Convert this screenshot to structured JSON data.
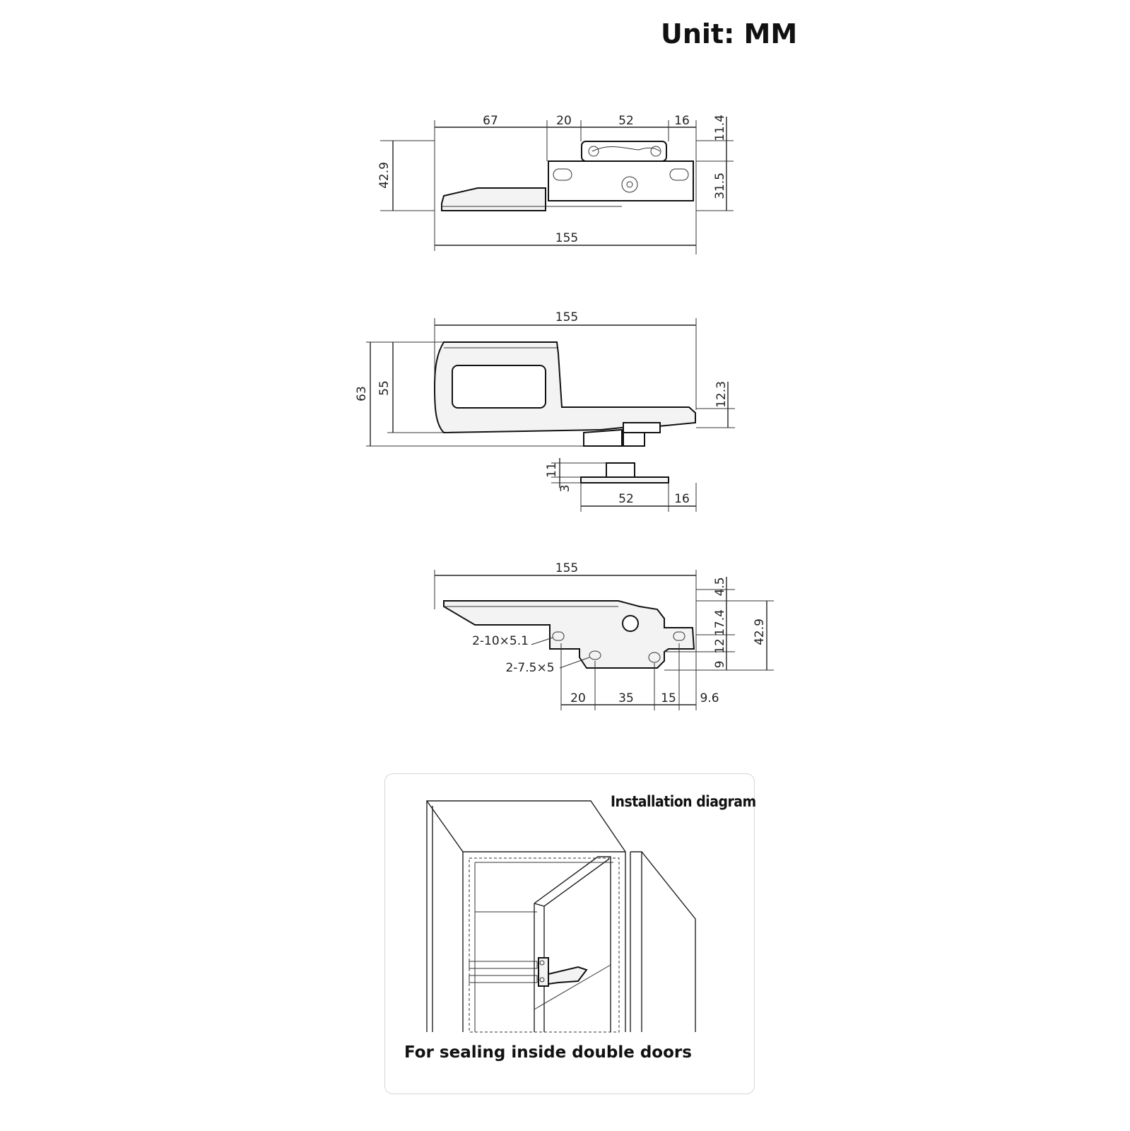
{
  "title": "Unit: MM",
  "view_top": {
    "width_segments": [
      "67",
      "20",
      "52",
      "16"
    ],
    "overall_width": "155",
    "height_left": "42.9",
    "height_right_top": "11.4",
    "height_right_bottom": "31.5"
  },
  "view_side": {
    "overall_width": "155",
    "height_outer": "63",
    "height_inner": "55",
    "height_right": "12.3",
    "keeper_height_a": "11",
    "keeper_height_b": "3",
    "keeper_width_a": "52",
    "keeper_width_b": "16"
  },
  "view_front": {
    "overall_width": "155",
    "hole_label_a": "2-10×5.1",
    "hole_label_b": "2-7.5×5",
    "bottom_segments": [
      "20",
      "35",
      "15",
      "9.6"
    ],
    "right_segments": [
      "4.5",
      "17.4",
      "12",
      "9"
    ],
    "right_total": "42.9"
  },
  "installation": {
    "title": "Installation diagram",
    "caption": "For sealing inside double doors"
  }
}
